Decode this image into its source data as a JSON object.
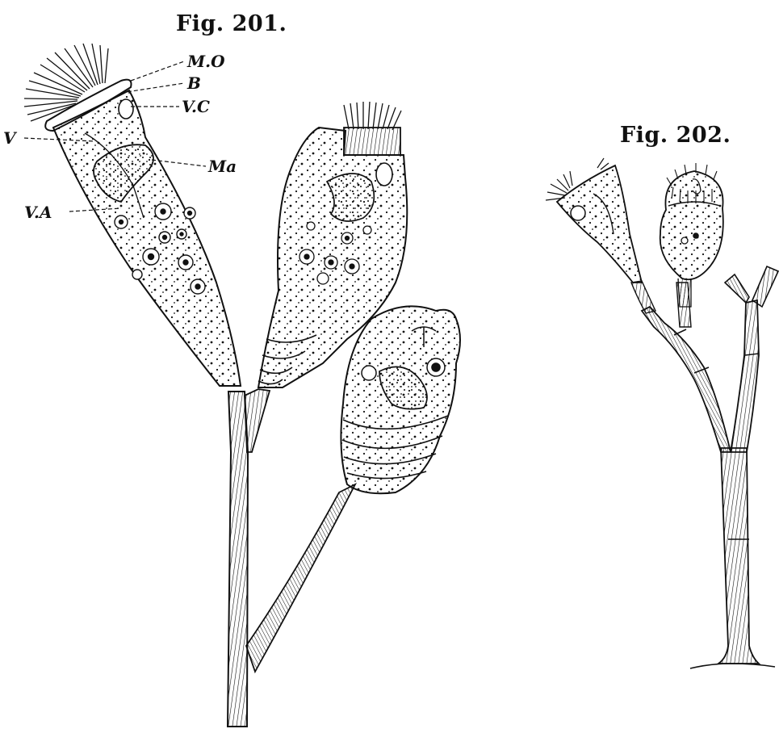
{
  "figures": [
    {
      "title": "Fig. 201.",
      "labels": [
        "M.O",
        "B",
        "V.C",
        "V",
        "Ma",
        "V.A"
      ]
    },
    {
      "title": "Fig. 202."
    }
  ],
  "colors": {
    "ink": "#111111",
    "paper": "#ffffff"
  }
}
